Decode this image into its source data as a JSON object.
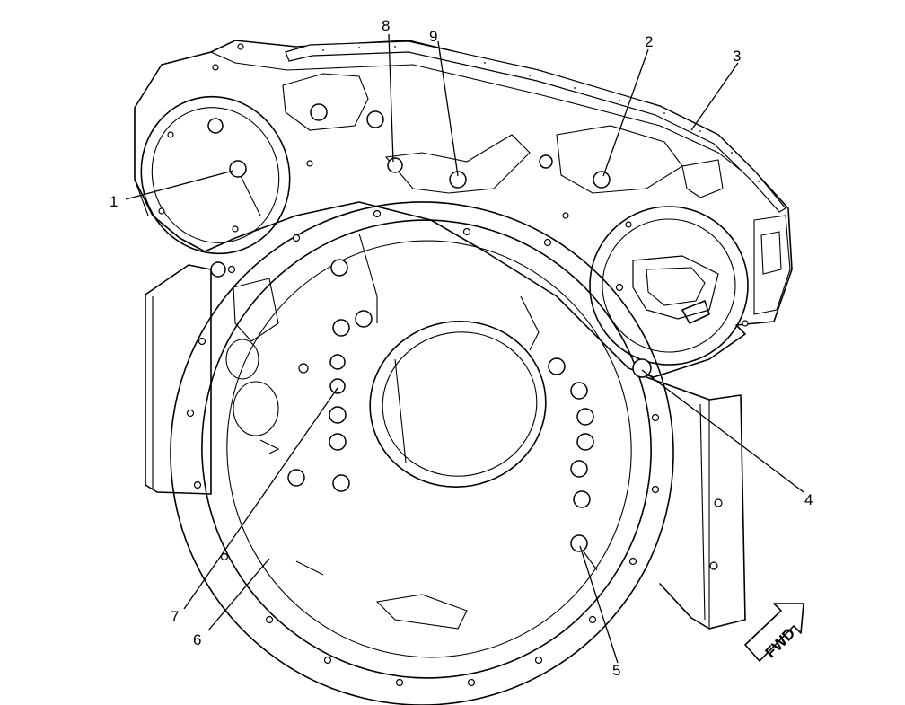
{
  "callouts": [
    {
      "id": "1",
      "label": "1"
    },
    {
      "id": "2",
      "label": "2"
    },
    {
      "id": "3",
      "label": "3"
    },
    {
      "id": "4",
      "label": "4"
    },
    {
      "id": "5",
      "label": "5"
    },
    {
      "id": "6",
      "label": "6"
    },
    {
      "id": "7",
      "label": "7"
    },
    {
      "id": "8",
      "label": "8"
    },
    {
      "id": "9",
      "label": "9"
    }
  ],
  "direction_arrow": {
    "label": "FWD"
  }
}
